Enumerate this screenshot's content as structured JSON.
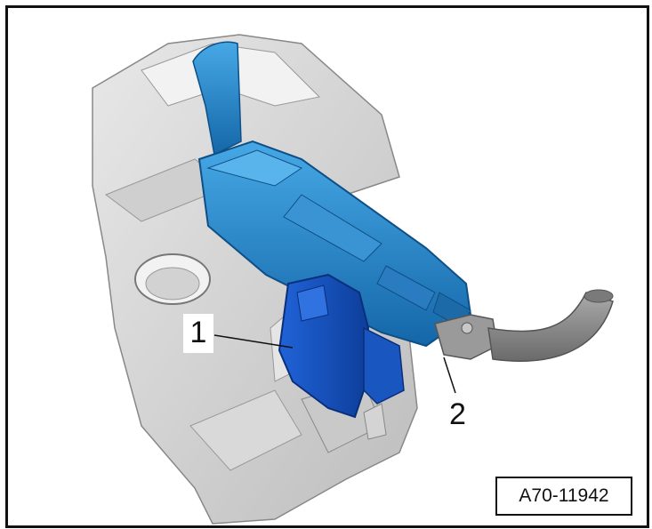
{
  "callouts": {
    "one": "1",
    "two": "2"
  },
  "reference_code": "A70-11942",
  "colors": {
    "frame": "#111111",
    "bracket": "#d6d6d6",
    "connector": "#1f82c8",
    "holder": "#1550c8",
    "cable": "#888888"
  },
  "icons": [
    "bracket-part",
    "connector-housing",
    "connector-holder",
    "wiring-cable",
    "flat-ribbon-cable"
  ]
}
